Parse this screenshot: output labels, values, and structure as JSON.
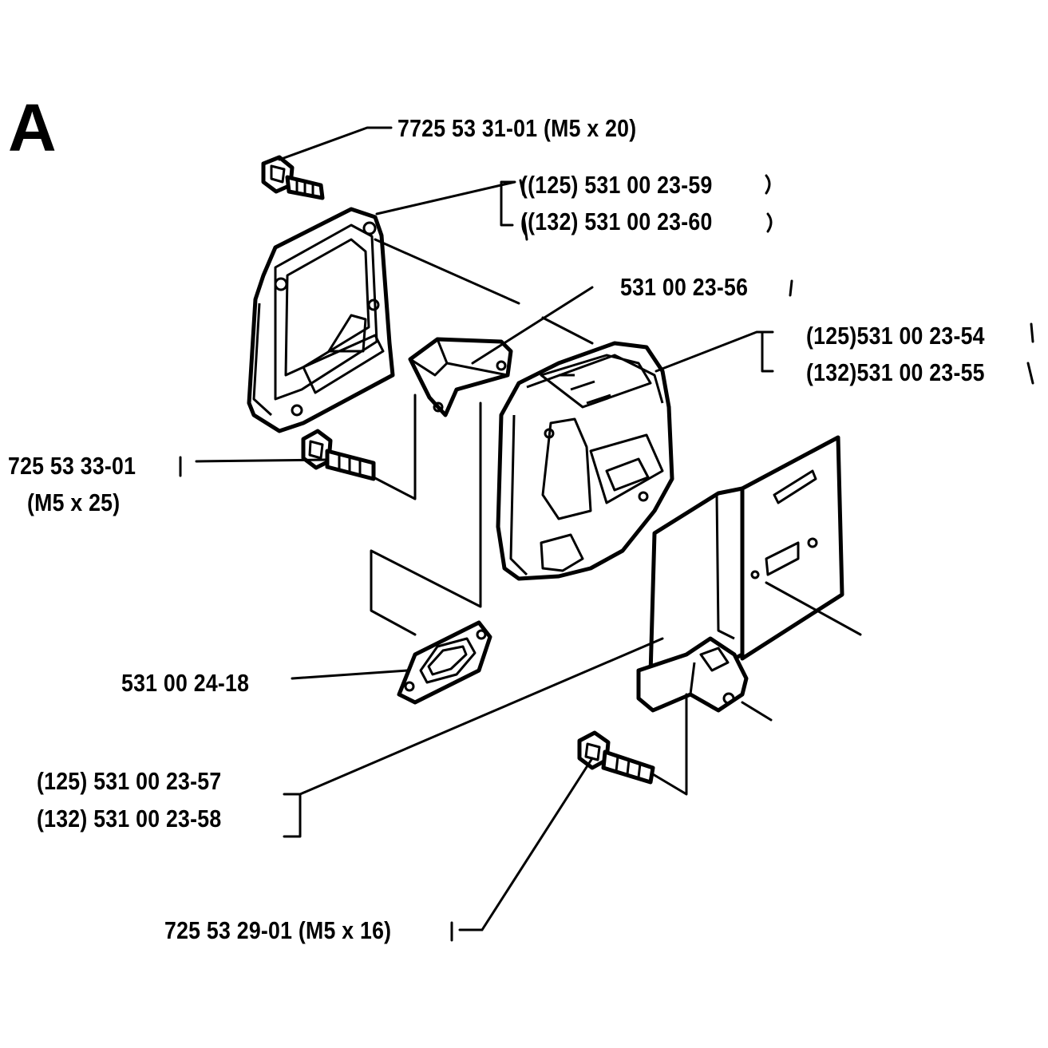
{
  "section_letter": "A",
  "labels": {
    "screw_top": "7725 53 31-01 (M5 x 20)",
    "cover_125": "((125) 531 00 23-59",
    "cover_132": "((132) 531 00 23-60",
    "bracket": "531 00 23-56",
    "muffler_125": "(125)531 00 23-54",
    "muffler_132": "(132)531 00 23-55",
    "screw_left_a": "725 53 33-01",
    "screw_left_b": "(M5 x 25)",
    "gasket": "531 00 24-18",
    "plate_125": "(125) 531 00 23-57",
    "plate_132": "(132) 531 00 23-58",
    "screw_bottom": "725 53 29-01 (M5 x 16)"
  }
}
